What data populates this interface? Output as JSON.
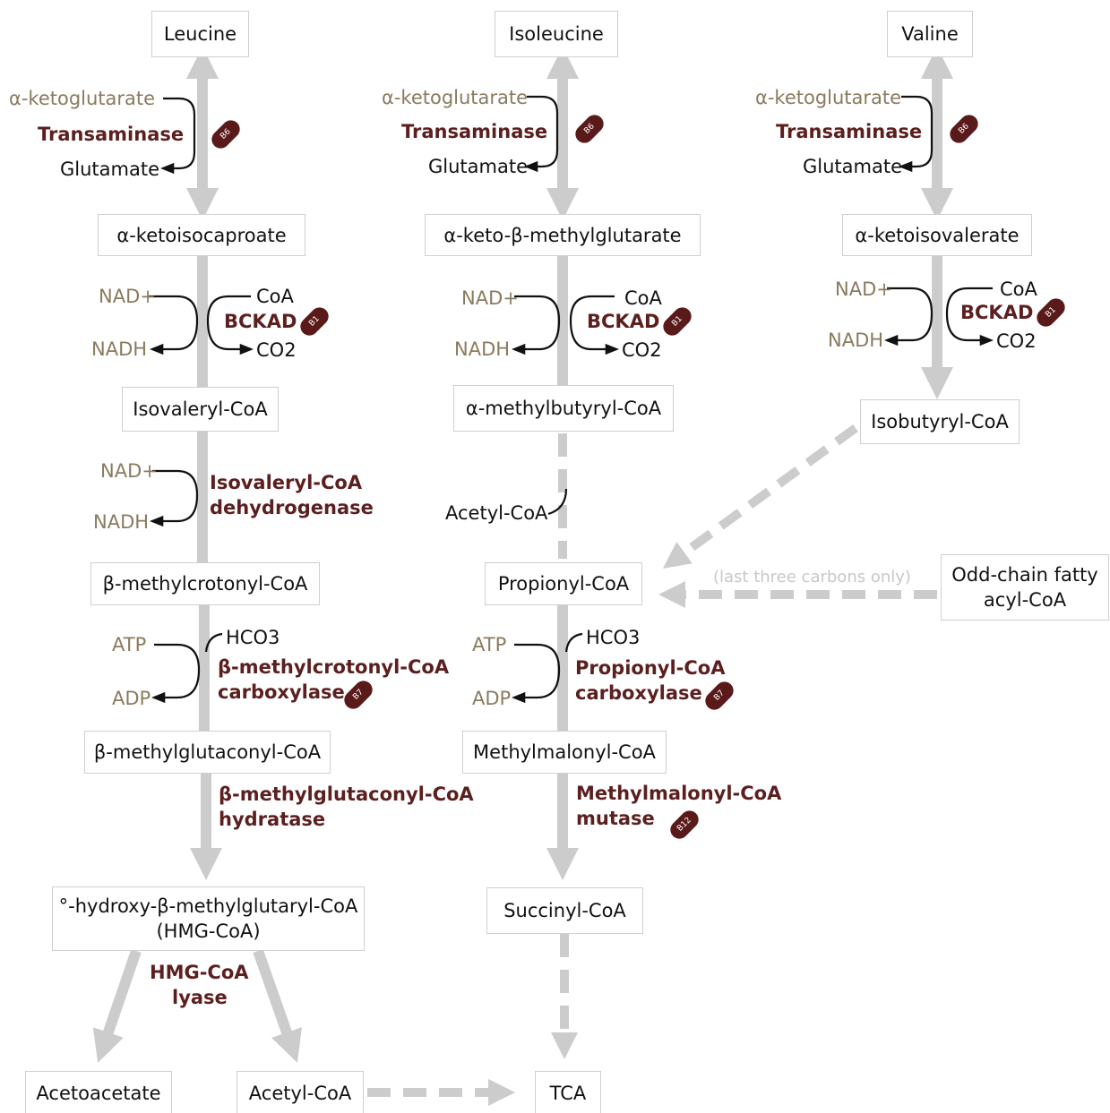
{
  "nodes": {
    "leucine": "Leucine",
    "isoleucine": "Isoleucine",
    "valine": "Valine",
    "ketoisocaproate": "α-ketoisocaproate",
    "keto_methylglutarate": "α-keto-β-methylglutarate",
    "ketoisovalerate": "α-ketoisovalerate",
    "isovaleryl_coa": "Isovaleryl-CoA",
    "methylbutyryl_coa": "α-methylbutyryl-CoA",
    "isobutyryl_coa": "Isobutyryl-CoA",
    "methylcrotonyl_coa": "β-methylcrotonyl-CoA",
    "propionyl_coa": "Propionyl-CoA",
    "odd_chain_line1": "Odd-chain fatty",
    "odd_chain_line2": "acyl-CoA",
    "methylglutaconyl_coa": "β-methylglutaconyl-CoA",
    "methylmalonyl_coa": "Methylmalonyl-CoA",
    "hmg_line1": "°-hydroxy-β-methylglutaryl-CoA",
    "hmg_line2": "(HMG-CoA)",
    "succinyl_coa": "Succinyl-CoA",
    "acetoacetate": "Acetoacetate",
    "acetyl_coa_final": "Acetyl-CoA",
    "tca": "TCA"
  },
  "cofactors": {
    "alpha_ketoglutarate": "α-ketoglutarate",
    "glutamate": "Glutamate",
    "nad_plus": "NAD+",
    "nadh": "NADH",
    "coa": "CoA",
    "co2": "CO2",
    "atp": "ATP",
    "adp": "ADP",
    "hco3": "HCO3",
    "acetyl_coa_side": "Acetyl-CoA"
  },
  "enzymes": {
    "transaminase": "Transaminase",
    "bckad": "BCKAD",
    "isovaleryl_dh_line1": "Isovaleryl-CoA",
    "isovaleryl_dh_line2": "dehydrogenase",
    "mcc_line1": "β-methylcrotonyl-CoA",
    "mcc_line2": "carboxylase",
    "pcc_line1": "Propionyl-CoA",
    "pcc_line2": "carboxylase",
    "mgch_line1": "β-methylglutaconyl-CoA",
    "mgch_line2": "hydratase",
    "mcm_line1": "Methylmalonyl-CoA",
    "mcm_line2": "mutase",
    "hmgl_line1": "HMG-CoA",
    "hmgl_line2": "lyase"
  },
  "vitamins": {
    "b6": "B6",
    "b1": "B1",
    "b7": "B7",
    "b12": "B12"
  },
  "notes": {
    "last_three_carbons": "(last three carbons only)"
  },
  "colors": {
    "main_arrow": "#cccccc",
    "enzyme_text": "#5c1f1f",
    "cofactor_text": "#8a7a5e",
    "vitamin_pill": "#5a1a1a",
    "node_border": "#cfcfcf"
  }
}
